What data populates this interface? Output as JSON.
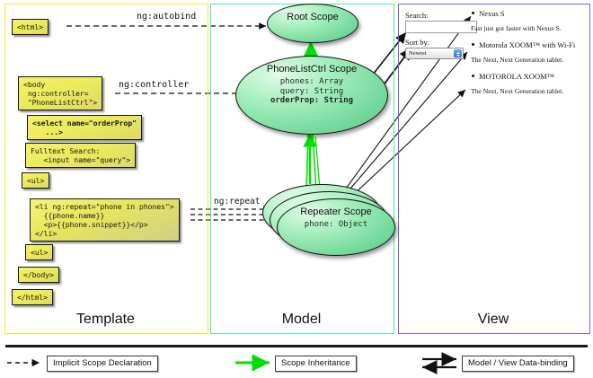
{
  "columns": [
    {
      "key": "template",
      "label": "Template",
      "border": "#f2ea1c"
    },
    {
      "key": "model",
      "label": "Model",
      "border": "#4de8b0"
    },
    {
      "key": "view",
      "label": "View",
      "border": "#7b5cf0"
    }
  ],
  "template": {
    "boxes": [
      {
        "id": "html-open",
        "text": "<html>"
      },
      {
        "id": "body-open",
        "text": "<body\n ng:controller=\n \"PhoneListCtrl\">"
      },
      {
        "id": "select",
        "text": "<select name=\"orderProp\"\n   ...>"
      },
      {
        "id": "search",
        "text": "Fulltext Search:\n   <input name=\"query\">"
      },
      {
        "id": "ul-open",
        "text": "<ul>"
      },
      {
        "id": "li-repeat",
        "text": "<li ng:repeat=\"phone in phones\">\n  {{phone.name}}\n  <p>{{phone.snippet}}</p>\n</li>"
      },
      {
        "id": "ul-close",
        "text": "<ul>"
      },
      {
        "id": "body-close",
        "text": "</body>"
      },
      {
        "id": "html-close",
        "text": "</html>"
      }
    ]
  },
  "model": {
    "scopes": [
      {
        "id": "root",
        "title": "Root\nScope",
        "props": []
      },
      {
        "id": "phonelistctrl",
        "title": "PhoneListCtrl\nScope",
        "props": [
          {
            "text": "phones: Array",
            "bold": false
          },
          {
            "text": "query: String",
            "bold": false
          },
          {
            "text": "orderProp: String",
            "bold": true
          }
        ]
      },
      {
        "id": "repeater",
        "title": "Repeater\nScope",
        "props": [
          {
            "text": "phone: Object",
            "bold": false
          }
        ]
      }
    ]
  },
  "edge_labels": {
    "autobind": "ng:autobind",
    "controller": "ng:controller",
    "repeat": "ng:repeat"
  },
  "view": {
    "search_label": "Search:",
    "search_value": "",
    "sort_label": "Sort by:",
    "sort_selected": "Newest",
    "sort_options": [
      "Newest"
    ],
    "phones": [
      {
        "name": "Nexus S",
        "snippet": "Fast just got faster with Nexus S."
      },
      {
        "name": "Motorola XOOM™ with Wi-Fi",
        "snippet": "The Next, Next Generation tablet."
      },
      {
        "name": "MOTOROLA XOOM™",
        "snippet": "The Next, Next Generation tablet."
      }
    ]
  },
  "legend": [
    {
      "id": "implicit",
      "label": "Implicit Scope Declaration",
      "style": "dashed-arrow",
      "color": "#111111"
    },
    {
      "id": "inheritance",
      "label": "Scope Inheritance",
      "style": "solid-arrow",
      "color": "#00dd00"
    },
    {
      "id": "databinding",
      "label": "Model / View Data-binding",
      "style": "double-arrow",
      "color": "#111111"
    }
  ]
}
